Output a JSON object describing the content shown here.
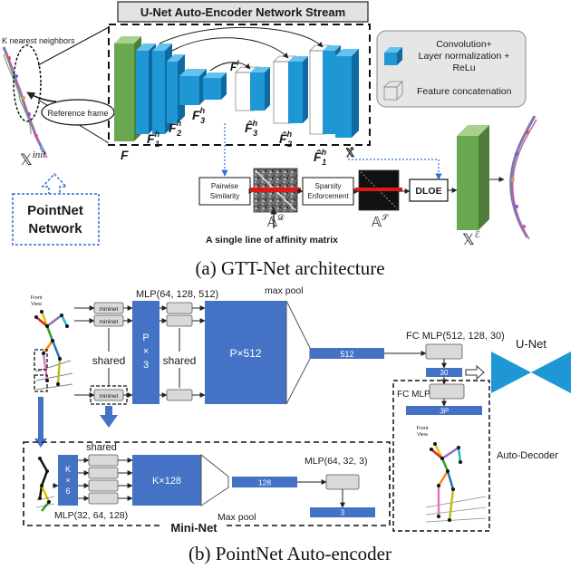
{
  "top": {
    "title": "U-Net Auto-Encoder Network Stream",
    "knn_label": "K nearest neighbors",
    "ref_frame_label": "Reference frame",
    "x_init": "𝕏",
    "x_init_sup": "init",
    "pointnet_label": [
      "PointNet",
      "Network"
    ],
    "legend": {
      "conv": [
        "Convolution+",
        "Layer normalization +",
        "ReLu"
      ],
      "concat": "Feature concatenation"
    },
    "feature_labels": {
      "F": "F",
      "F1": "F",
      "F2": "F",
      "F3": "F",
      "Fl": "F",
      "Fl_sup": "l",
      "Fhat3": "F̂",
      "Fhat2": "F̂",
      "Fhat1": "F̂",
      "sup_h": "h",
      "sub_1": "1",
      "sub_2": "2",
      "sub_3": "3",
      "Xhat": "𝕏̂"
    },
    "modules": {
      "pairwise": [
        "Pairwise",
        "Similarity"
      ],
      "sparsity": [
        "Sparsity",
        "Enforcement"
      ],
      "dloe": "DLOE"
    },
    "affinity_labels": {
      "AD": "𝔸",
      "AD_sup": "𝒟",
      "AS": "𝔸",
      "AS_sup": "𝒮",
      "line_caption": "A single line of affinity matrix"
    },
    "x_e": "𝕏",
    "x_e_sup": "ℰ"
  },
  "captions": {
    "a": "(a) GTT-Net architecture",
    "b": "(b) PointNet Auto-encoder"
  },
  "bottom": {
    "front_view": [
      "Front",
      "View"
    ],
    "mininet": "mininet",
    "mlp_top": "MLP(64, 128, 512)",
    "max_pool": "max pool",
    "shared": "shared",
    "px3": [
      "P",
      "×",
      "3"
    ],
    "p512": "P×512",
    "vec512": "512",
    "fc_mlp": "FC MLP(512, 128, 30)",
    "vec30": "30",
    "unet": "U-Net",
    "fc_mlp2": "FC MLP",
    "vec3p": "3P",
    "auto_decoder": "Auto-Decoder",
    "mlp_mini1": "MLP(32, 64, 128)",
    "kx6": [
      "K",
      "×",
      "6"
    ],
    "k128": "K×128",
    "vec128": "128",
    "mlp_mini2": "MLP(64, 32, 3)",
    "vec3": "3",
    "max_pool2": "Max pool",
    "mininet_title": "Mini-Net"
  },
  "colors": {
    "blue": "#4472c4",
    "cube_front": "#1f97d4",
    "cube_top": "#63c3ee",
    "cube_side": "#0f6aa1",
    "green": "#6aa84f",
    "green_top": "#a9d18e",
    "green_side": "#4e7d3a",
    "dotted_blue": "#2f6fd6",
    "gray_box": "#d9d9d9"
  }
}
